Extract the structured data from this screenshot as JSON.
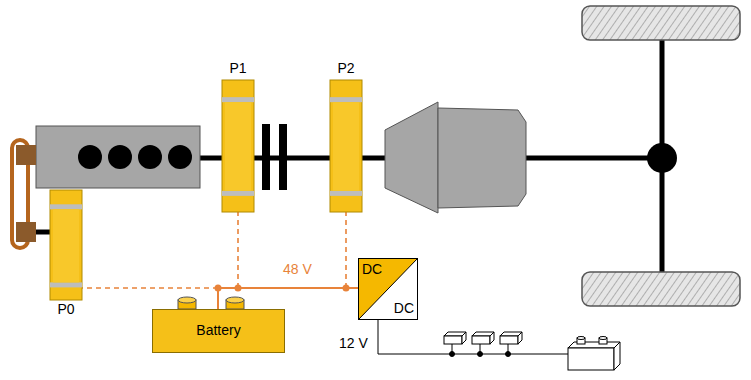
{
  "diagram": {
    "nodes": [
      {
        "text": [
          "P0"
        ]
      },
      {
        "text": [
          "P1"
        ]
      },
      {
        "text": [
          "P2"
        ]
      },
      {
        "text": [
          "Battery"
        ]
      },
      {
        "text": [
          "DC",
          "DC"
        ]
      }
    ],
    "edges": [
      {
        "from": 3,
        "to": 0,
        "arrow": "none"
      },
      {
        "from": 3,
        "to": 1,
        "arrow": "none"
      },
      {
        "from": 3,
        "to": 2,
        "arrow": "none"
      },
      {
        "from": 3,
        "to": 4,
        "arrow": "none"
      }
    ],
    "labels": [
      "48 V",
      "12 V"
    ]
  }
}
